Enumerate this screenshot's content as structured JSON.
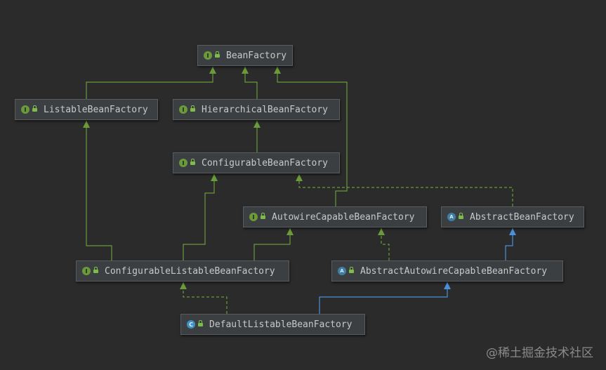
{
  "colors": {
    "background": "#2b2b2b",
    "node_fill": "#3c3f41",
    "extends_interface": "#6a9a3a",
    "implements": "#6a9a3a",
    "extends_class": "#4a90d9",
    "text": "#c8c8c8"
  },
  "nodes": {
    "bean_factory": {
      "label": "BeanFactory",
      "kind": "interface"
    },
    "listable": {
      "label": "ListableBeanFactory",
      "kind": "interface"
    },
    "hierarchical": {
      "label": "HierarchicalBeanFactory",
      "kind": "interface"
    },
    "configurable": {
      "label": "ConfigurableBeanFactory",
      "kind": "interface"
    },
    "autowire": {
      "label": "AutowireCapableBeanFactory",
      "kind": "interface"
    },
    "abstract_bf": {
      "label": "AbstractBeanFactory",
      "kind": "abstract"
    },
    "configurable_listable": {
      "label": "ConfigurableListableBeanFactory",
      "kind": "interface"
    },
    "abstract_autowire": {
      "label": "AbstractAutowireCapableBeanFactory",
      "kind": "abstract"
    },
    "default_listable": {
      "label": "DefaultListableBeanFactory",
      "kind": "class"
    }
  },
  "edges": [
    {
      "from": "listable",
      "to": "bean_factory",
      "type": "extends"
    },
    {
      "from": "hierarchical",
      "to": "bean_factory",
      "type": "extends"
    },
    {
      "from": "autowire",
      "to": "bean_factory",
      "type": "extends"
    },
    {
      "from": "configurable",
      "to": "hierarchical",
      "type": "extends"
    },
    {
      "from": "abstract_bf",
      "to": "configurable",
      "type": "implements"
    },
    {
      "from": "configurable_listable",
      "to": "listable",
      "type": "extends"
    },
    {
      "from": "configurable_listable",
      "to": "configurable",
      "type": "extends"
    },
    {
      "from": "configurable_listable",
      "to": "autowire",
      "type": "extends"
    },
    {
      "from": "abstract_autowire",
      "to": "autowire",
      "type": "implements"
    },
    {
      "from": "abstract_autowire",
      "to": "abstract_bf",
      "type": "extends-class"
    },
    {
      "from": "default_listable",
      "to": "configurable_listable",
      "type": "implements"
    },
    {
      "from": "default_listable",
      "to": "abstract_autowire",
      "type": "extends-class"
    }
  ],
  "watermark": "@稀土掘金技术社区"
}
